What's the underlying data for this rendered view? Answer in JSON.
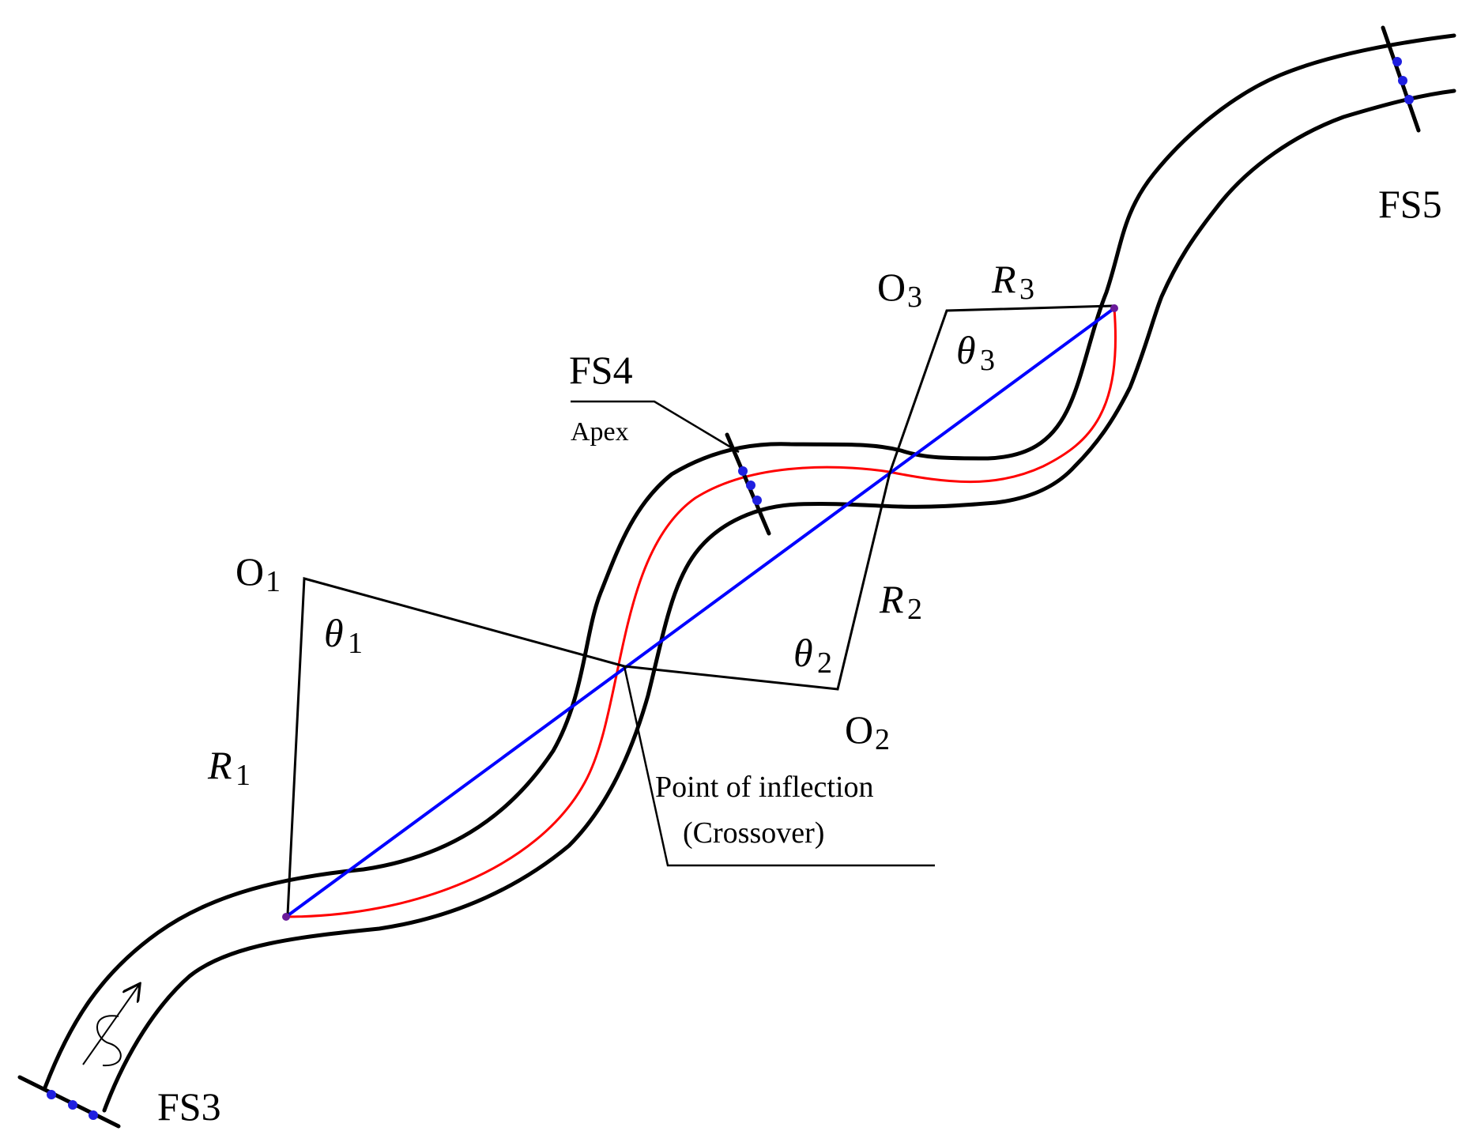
{
  "labels": {
    "fs3": "FS3",
    "fs4": "FS4",
    "fs5": "FS5",
    "apex": "Apex",
    "o1": "O",
    "o1_sub": "1",
    "o2": "O",
    "o2_sub": "2",
    "o3": "O",
    "o3_sub": "3",
    "r1": "R",
    "r1_sub": "1",
    "r2": "R",
    "r2_sub": "2",
    "r3": "R",
    "r3_sub": "3",
    "theta1": "θ",
    "theta1_sub": "1",
    "theta2": "θ",
    "theta2_sub": "2",
    "theta3": "θ",
    "theta3_sub": "3",
    "inflection_line1": "Point of inflection",
    "inflection_line2": "(Crossover)"
  },
  "colors": {
    "bank": "#000000",
    "thalweg": "#ff0000",
    "chord": "#0000ff",
    "station_point": "#1f1fe0"
  },
  "icons": {
    "flow_direction": "flow-arrow-icon"
  }
}
